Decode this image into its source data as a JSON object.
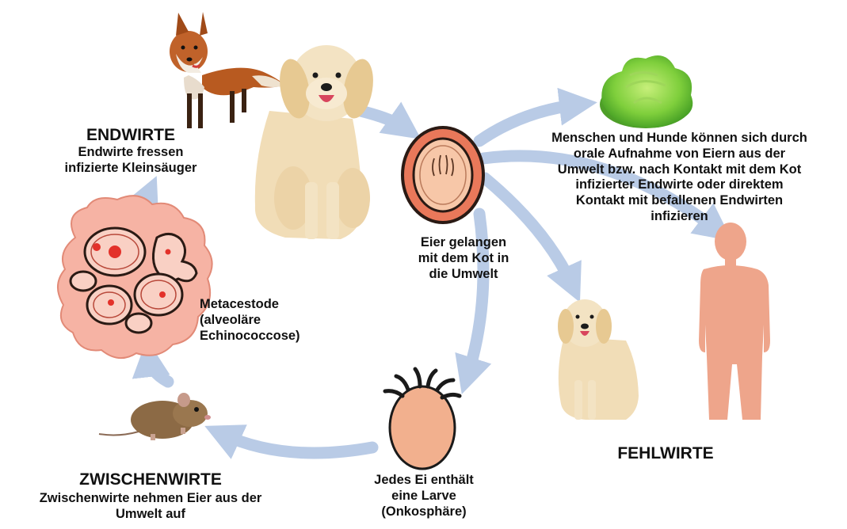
{
  "endhosts": {
    "title": "ENDWIRTE",
    "lines": [
      "Endwirte fressen",
      "infizierte Kleinsäuger"
    ]
  },
  "egg_release": {
    "lines": [
      "Eier gelangen",
      "mit dem Kot  in",
      "die Umwelt"
    ]
  },
  "infection_note": {
    "lines": [
      "Menschen und Hunde können sich durch",
      "orale Aufnahme von Eiern aus der",
      "Umwelt bzw. nach Kontakt mit dem Kot",
      "infizierter Endwirte oder direktem",
      "Kontakt mit befallenen Endwirten",
      "infizieren"
    ]
  },
  "metacestode": {
    "lines": [
      "Metacestode",
      "(alveoläre",
      "Echinococcose)"
    ]
  },
  "aberrant_hosts": {
    "title": "FEHLWIRTE"
  },
  "intermediate_hosts": {
    "title": "ZWISCHENWIRTE",
    "lines": [
      "Zwischenwirte nehmen Eier aus der",
      "Umwelt auf"
    ]
  },
  "larva": {
    "lines": [
      "Jedes Ei enthält",
      "eine Larve",
      "(Onkosphäre)"
    ]
  },
  "colors": {
    "arrow": "#b9cbe6",
    "egg_fill": "#e9785a",
    "egg_outline": "#2a1a14",
    "larva_fill": "#f2b08e",
    "cyst_fill": "#f6b3a4",
    "human_fill": "#eea58b",
    "lettuce": "#6cc43a"
  },
  "icons": [
    "fox-icon",
    "dog-icon",
    "egg-icon",
    "lettuce-icon",
    "human-silhouette-icon",
    "small-dog-icon",
    "larva-icon",
    "mouse-icon",
    "cyst-icon"
  ]
}
